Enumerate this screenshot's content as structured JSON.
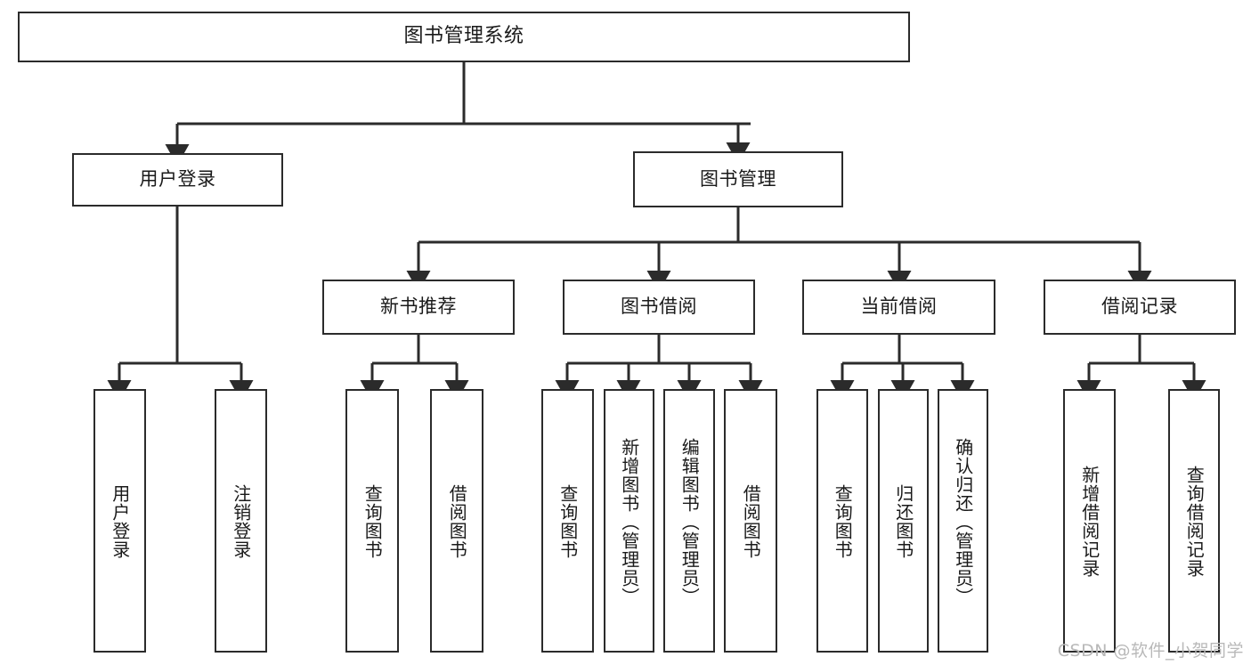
{
  "diagram": {
    "type": "tree",
    "title": "图书管理系统",
    "watermark": "CSDN @软件_小贺同学",
    "colors": {
      "stroke": "#2b2b2b",
      "fill": "#ffffff",
      "text": "#1a1a1a",
      "watermark": "#b9b9b9"
    },
    "nodes": {
      "root": {
        "label": "图书管理系统",
        "level": 0,
        "orientation": "horizontal"
      },
      "l1": [
        {
          "id": "user-login",
          "label": "用户登录",
          "orientation": "horizontal"
        },
        {
          "id": "book-manage",
          "label": "图书管理",
          "orientation": "horizontal"
        }
      ],
      "l2": [
        {
          "id": "new-book-recommend",
          "label": "新书推荐",
          "orientation": "horizontal",
          "parent": "book-manage"
        },
        {
          "id": "book-borrow",
          "label": "图书借阅",
          "orientation": "horizontal",
          "parent": "book-manage"
        },
        {
          "id": "current-borrow",
          "label": "当前借阅",
          "orientation": "horizontal",
          "parent": "book-manage"
        },
        {
          "id": "borrow-record",
          "label": "借阅记录",
          "orientation": "horizontal",
          "parent": "book-manage"
        }
      ],
      "leaves": [
        {
          "id": "leaf-user-login",
          "label": "用户登录",
          "parent": "user-login"
        },
        {
          "id": "leaf-logout",
          "label": "注销登录",
          "parent": "user-login"
        },
        {
          "id": "leaf-query-book-1",
          "label": "查询图书",
          "parent": "new-book-recommend"
        },
        {
          "id": "leaf-borrow-book-1",
          "label": "借阅图书",
          "parent": "new-book-recommend"
        },
        {
          "id": "leaf-query-book-2",
          "label": "查询图书",
          "parent": "book-borrow"
        },
        {
          "id": "leaf-add-book",
          "label": "新增图书（管理员）",
          "parent": "book-borrow"
        },
        {
          "id": "leaf-edit-book",
          "label": "编辑图书（管理员）",
          "parent": "book-borrow"
        },
        {
          "id": "leaf-borrow-book-2",
          "label": "借阅图书",
          "parent": "book-borrow"
        },
        {
          "id": "leaf-query-book-3",
          "label": "查询图书",
          "parent": "current-borrow"
        },
        {
          "id": "leaf-return-book",
          "label": "归还图书",
          "parent": "current-borrow"
        },
        {
          "id": "leaf-confirm-return",
          "label": "确认归还（管理员）",
          "parent": "current-borrow"
        },
        {
          "id": "leaf-add-record",
          "label": "新增借阅记录",
          "parent": "borrow-record"
        },
        {
          "id": "leaf-query-record",
          "label": "查询借阅记录",
          "parent": "borrow-record"
        }
      ]
    }
  }
}
